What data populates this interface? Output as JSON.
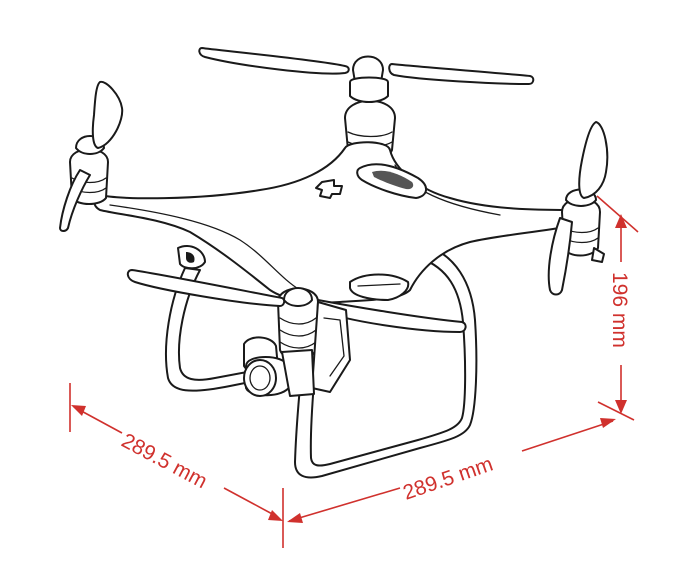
{
  "dimensions": {
    "depth": "289.5 mm",
    "width": "289.5 mm",
    "height": "196 mm"
  },
  "colors": {
    "dimension": "#d0312d",
    "ink": "#1a1a1a",
    "background": "#ffffff"
  }
}
